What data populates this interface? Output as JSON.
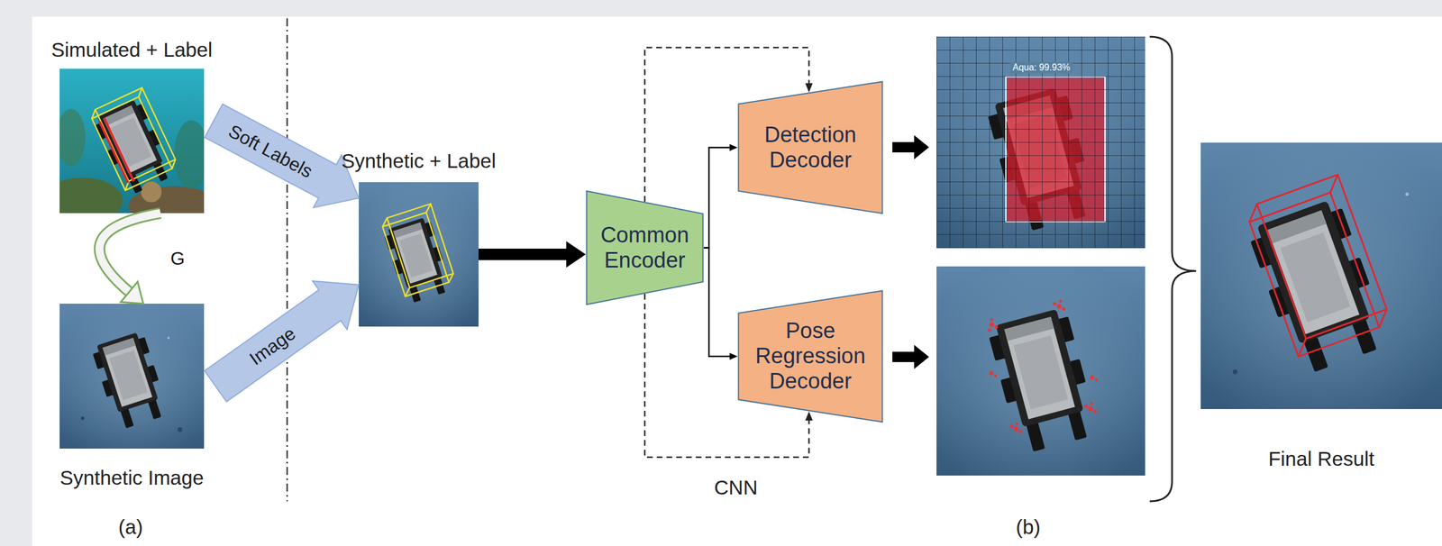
{
  "diagram": {
    "nodes": [
      {
        "text": [
          "Simulated + Label"
        ]
      },
      {
        "text": [
          "Synthetic Image"
        ]
      },
      {
        "text": [
          "Synthetic + Label"
        ]
      },
      {
        "text": [
          "Common Encoder"
        ]
      },
      {
        "text": [
          "Detection Decoder"
        ]
      },
      {
        "text": [
          "Pose Regression Decoder"
        ]
      },
      {
        "text": [
          "Final Result"
        ]
      }
    ],
    "edges": [
      {
        "from": 0,
        "to": 1,
        "label": "G",
        "arrow": "to"
      },
      {
        "from": 0,
        "to": 2,
        "label": "Soft Labels",
        "arrow": "to"
      },
      {
        "from": 1,
        "to": 2,
        "label": "Image",
        "arrow": "to"
      },
      {
        "from": 2,
        "to": 3,
        "arrow": "to"
      },
      {
        "from": 3,
        "to": 4,
        "arrow": "to"
      },
      {
        "from": 3,
        "to": 5,
        "arrow": "to"
      },
      {
        "from": 3,
        "to": 4,
        "arrow": "to"
      },
      {
        "from": 3,
        "to": 5,
        "arrow": "to"
      }
    ],
    "labels": [
      "(a)",
      "(b)",
      "CNN",
      "Aqua: 99.93%"
    ]
  }
}
